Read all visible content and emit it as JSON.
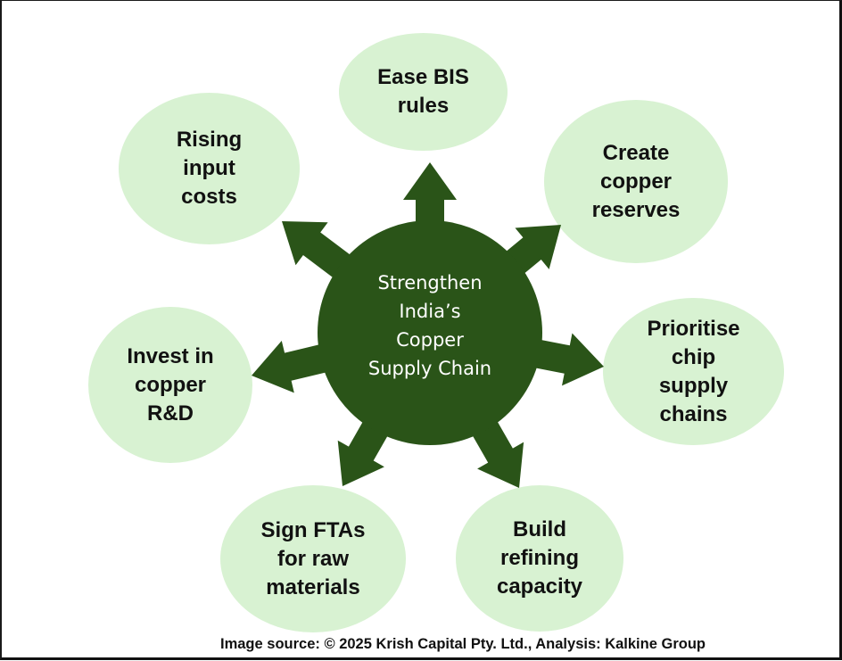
{
  "colors": {
    "hub": "#2a5418",
    "arrow": "#2a5418",
    "bubble": "#d8f2d2",
    "bubble_text": "#111111",
    "hub_text": "#ffffff"
  },
  "hub": {
    "label": "Strengthen\nIndia’s\nCopper\nSupply Chain"
  },
  "bubbles": [
    {
      "id": "ease-bis-rules",
      "label": "Ease BIS\nrules"
    },
    {
      "id": "create-copper-reserves",
      "label": "Create\ncopper\nreserves"
    },
    {
      "id": "prioritise-chip-supply-chains",
      "label": "Prioritise\nchip\nsupply\nchains"
    },
    {
      "id": "build-refining-capacity",
      "label": "Build\nrefining\ncapacity"
    },
    {
      "id": "sign-ftas-for-raw-materials",
      "label": "Sign FTAs\nfor raw\nmaterials"
    },
    {
      "id": "invest-in-copper-rd",
      "label": "Invest in\ncopper\nR&D"
    },
    {
      "id": "rising-input-costs",
      "label": "Rising\ninput\ncosts"
    }
  ],
  "caption": "Image source: © 2025 Krish Capital Pty. Ltd., Analysis: Kalkine Group"
}
